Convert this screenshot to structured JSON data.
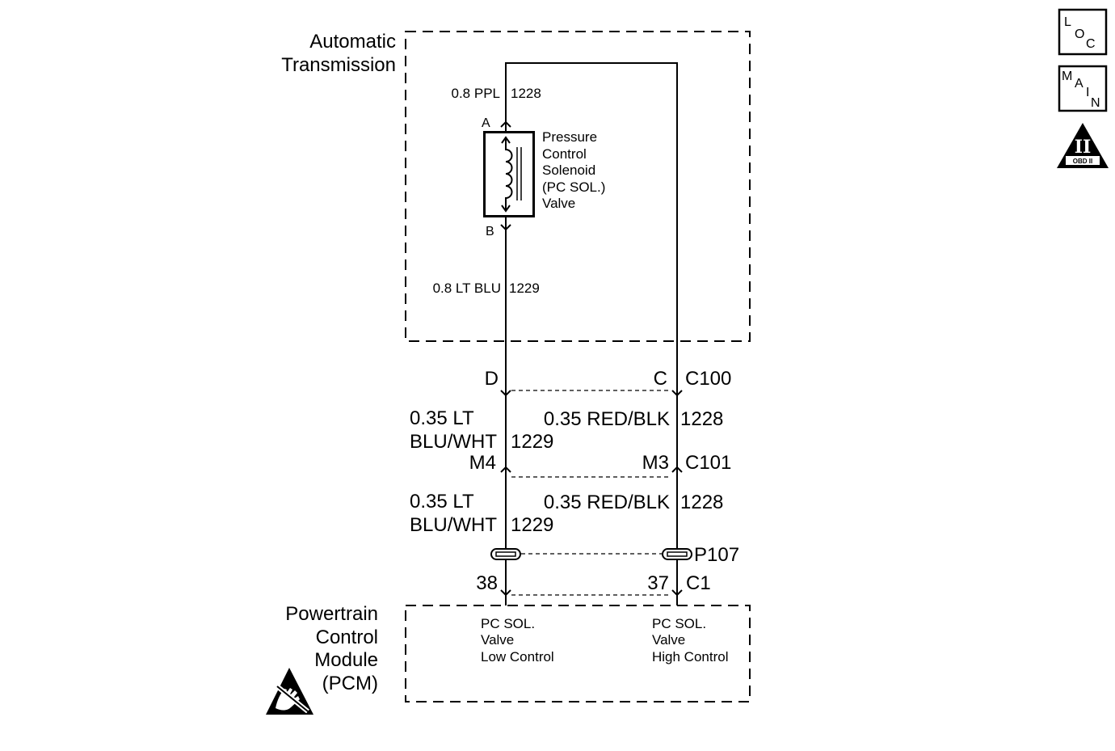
{
  "side_icons": {
    "loc_letters": [
      "L",
      "O",
      "C"
    ],
    "main_letters": [
      "M",
      "A",
      "I",
      "N"
    ],
    "obd_numeral": "II",
    "obd_label": "OBD II",
    "obd_icon": "obd-ii-icon"
  },
  "automatic_transmission": {
    "title": [
      "Automatic",
      "Transmission"
    ],
    "upper_wire": {
      "spec": "0.8 PPL",
      "circuit": "1228"
    },
    "terminal_a": "A",
    "solenoid_label": [
      "Pressure",
      "Control",
      "Solenoid",
      "(PC SOL.)",
      "Valve"
    ],
    "terminal_b": "B",
    "lower_wire": {
      "spec": "0.8 LT BLU",
      "circuit": "1229"
    }
  },
  "connector_c100": {
    "name": "C100",
    "left_pin": "D",
    "right_pin": "C"
  },
  "harness_upper": {
    "left_wire": {
      "spec": [
        "0.35 LT",
        "BLU/WHT"
      ],
      "circuit": "1229"
    },
    "right_wire": {
      "spec": "0.35 RED/BLK",
      "circuit": "1228"
    }
  },
  "connector_c101": {
    "name": "C101",
    "left_pin": "M4",
    "right_pin": "M3"
  },
  "harness_lower": {
    "left_wire": {
      "spec": [
        "0.35 LT",
        "BLU/WHT"
      ],
      "circuit": "1229"
    },
    "right_wire": {
      "spec": "0.35 RED/BLK",
      "circuit": "1228"
    }
  },
  "connector_p107": {
    "name": "P107"
  },
  "connector_c1": {
    "name": "C1",
    "left_pin": "38",
    "right_pin": "37"
  },
  "pcm": {
    "title": [
      "Powertrain",
      "Control",
      "Module",
      "(PCM)"
    ],
    "esd_icon": "esd-sensitive-icon",
    "low_control_input": [
      "PC SOL.",
      "Valve",
      "Low Control"
    ],
    "high_control_input": [
      "PC SOL.",
      "Valve",
      "High Control"
    ]
  },
  "colors": {
    "ink": "#000000",
    "paper": "#ffffff"
  }
}
